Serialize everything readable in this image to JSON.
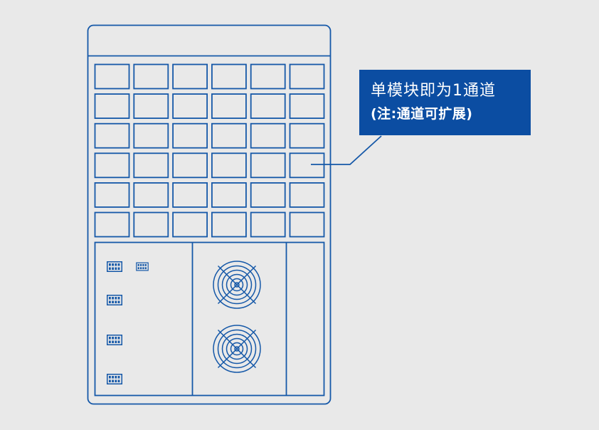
{
  "colors": {
    "background": "#E9E9E9",
    "line": "#1558A8",
    "callout_bg": "#0B4DA2",
    "callout_text": "#FFFFFF"
  },
  "callout": {
    "line1": "单模块即为1通道",
    "line2": "(注:通道可扩展)"
  },
  "diagram": {
    "description": "front-panel-of-modular-channel-cabinet",
    "module_grid": {
      "rows": 6,
      "cols": 6
    },
    "fan_count": 2,
    "connector_count": 5,
    "icons": {
      "fan": "fan-icon",
      "connector": "terminal-connector-icon"
    }
  }
}
